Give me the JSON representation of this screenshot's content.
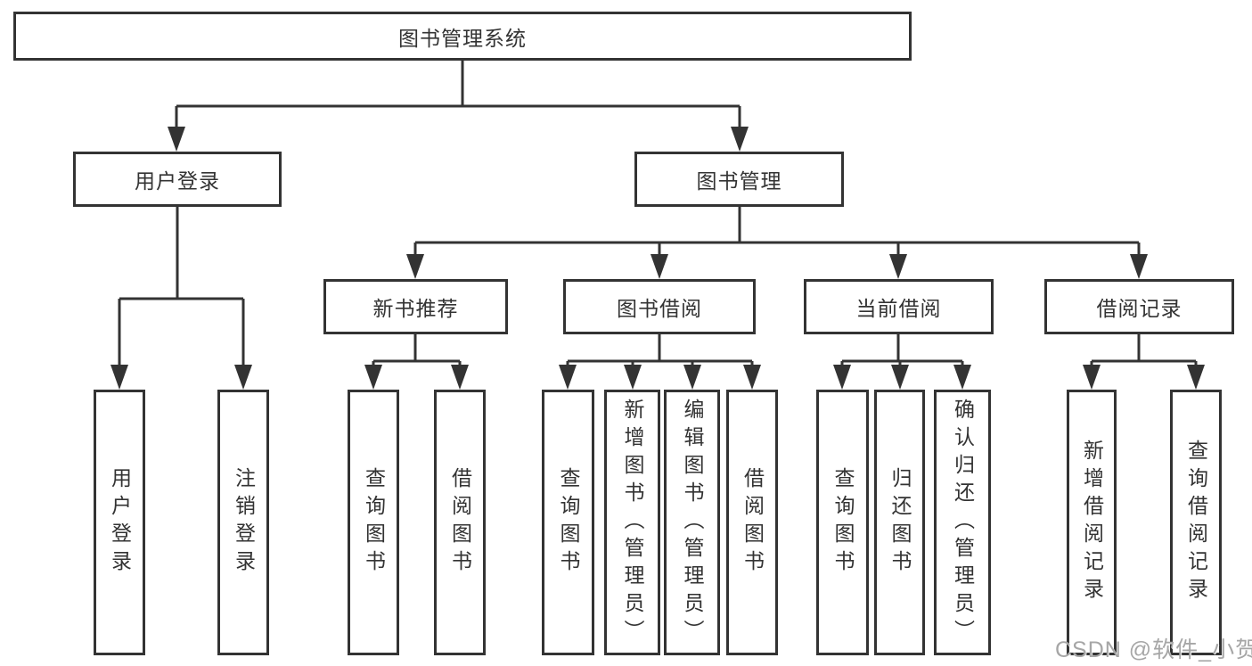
{
  "diagram_type": "hierarchy-tree",
  "colors": {
    "line": "#333333",
    "text": "#333333",
    "watermark": "#a6a6a6",
    "background": "#ffffff"
  },
  "watermark": "CSDN @软件_小贺同学",
  "root": {
    "label": "图书管理系统"
  },
  "level2": [
    {
      "label": "用户登录",
      "children": [
        {
          "label": "用户登录"
        },
        {
          "label": "注销登录"
        }
      ]
    },
    {
      "label": "图书管理",
      "children": [
        {
          "label": "新书推荐",
          "children": [
            {
              "label": "查询图书"
            },
            {
              "label": "借阅图书"
            }
          ]
        },
        {
          "label": "图书借阅",
          "children": [
            {
              "label": "查询图书"
            },
            {
              "label": "新增图书（管理员）"
            },
            {
              "label": "编辑图书（管理员）"
            },
            {
              "label": "借阅图书"
            }
          ]
        },
        {
          "label": "当前借阅",
          "children": [
            {
              "label": "查询图书"
            },
            {
              "label": "归还图书"
            },
            {
              "label": "确认归还（管理员）"
            }
          ]
        },
        {
          "label": "借阅记录",
          "children": [
            {
              "label": "新增借阅记录"
            },
            {
              "label": "查询借阅记录"
            }
          ]
        }
      ]
    }
  ]
}
